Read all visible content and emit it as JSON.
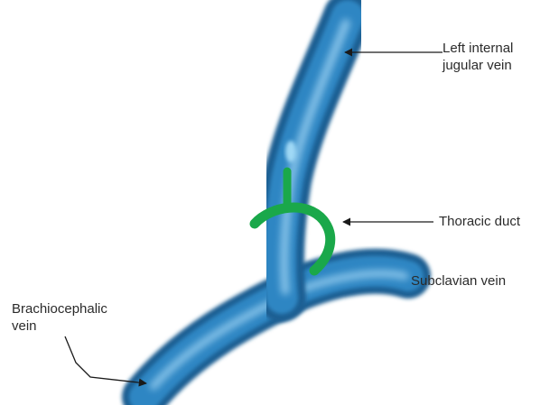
{
  "labels": {
    "left_internal_jugular_vein": {
      "line1": "Left internal",
      "line2": "jugular vein"
    },
    "thoracic_duct": "Thoracic duct",
    "subclavian_vein": "Subclavian vein",
    "brachiocephalic_vein": {
      "line1": "Brachiocephalic",
      "line2": "vein"
    }
  },
  "colors": {
    "vein_dark": "#1f5f93",
    "vein_mid": "#2f86c3",
    "vein_light": "#8ec8ec",
    "duct_green": "#1aa84a",
    "line_color": "#1a1a1a",
    "text_color": "#2b2b2b"
  }
}
